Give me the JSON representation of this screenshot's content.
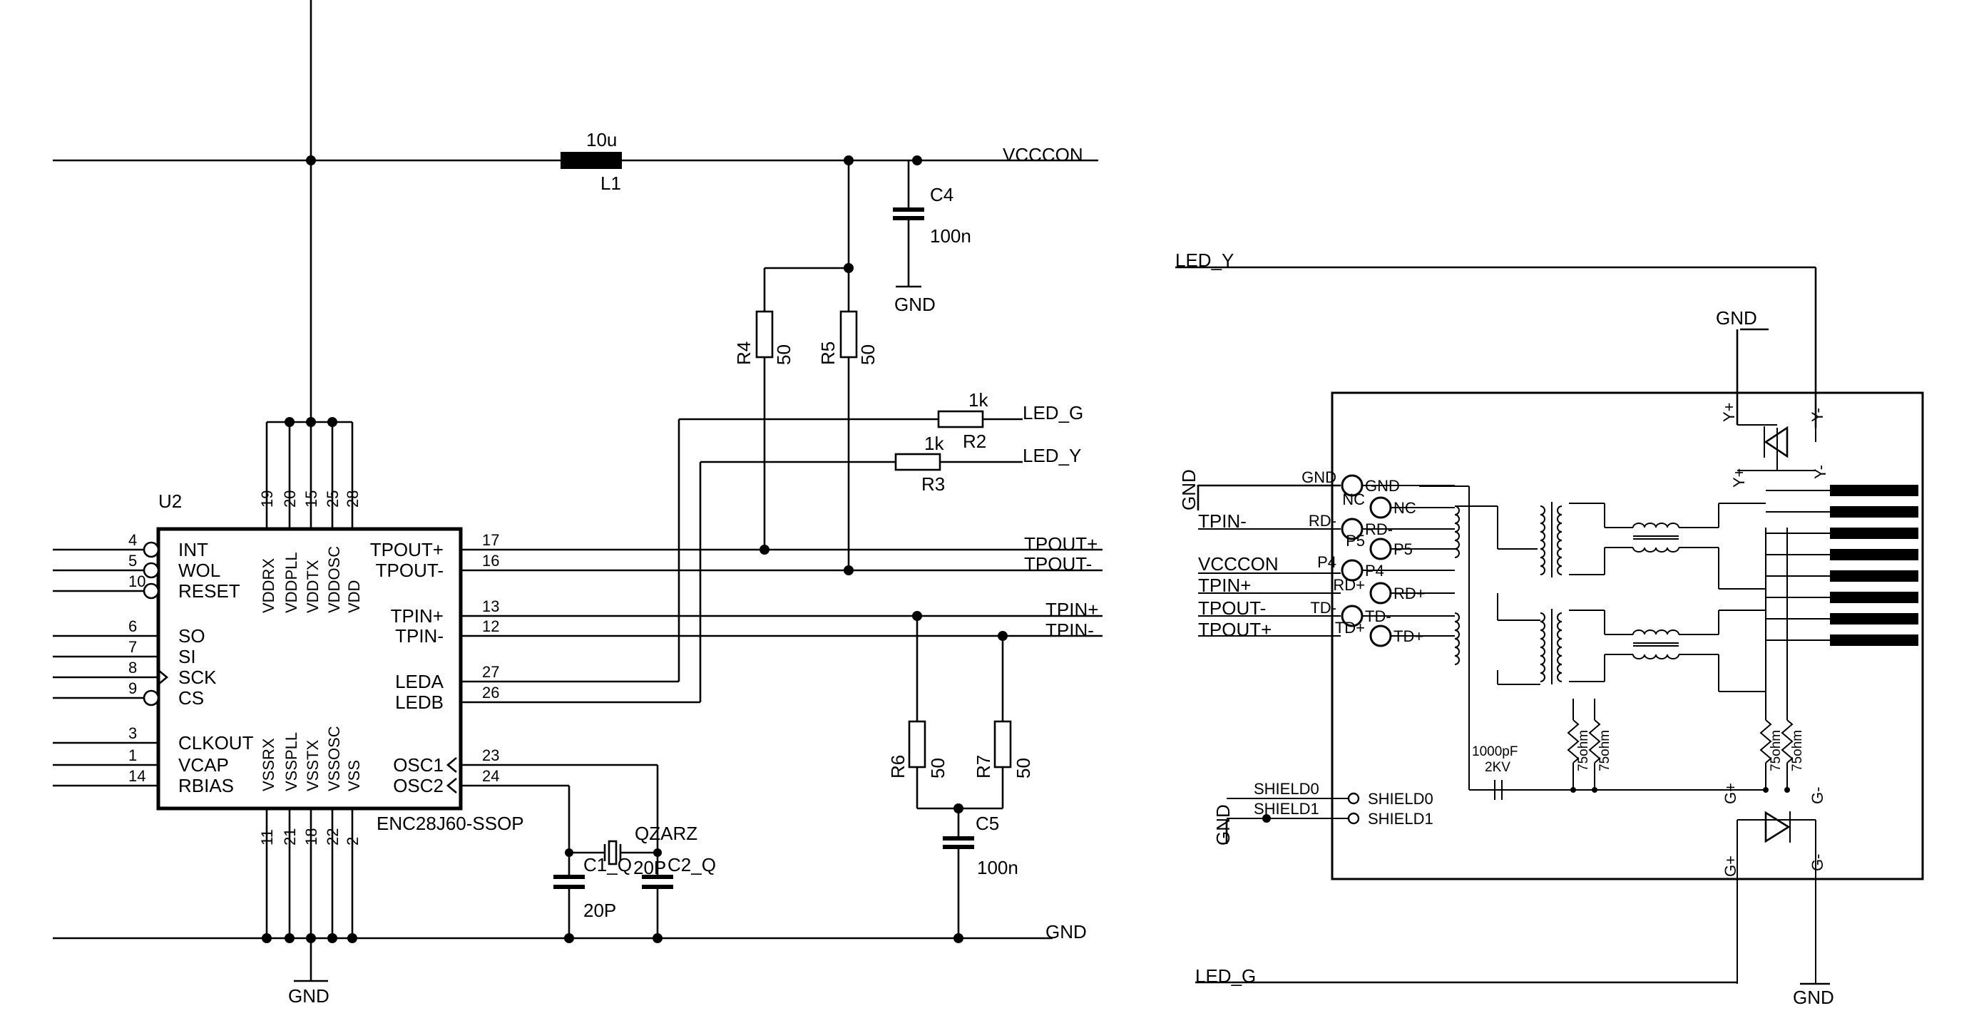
{
  "u2": {
    "ref": "U2",
    "part": "ENC28J60-SSOP",
    "left_pins": [
      {
        "num": "4",
        "name": "INT"
      },
      {
        "num": "5",
        "name": "WOL"
      },
      {
        "num": "10",
        "name": "RESET"
      },
      {
        "num": "6",
        "name": "SO"
      },
      {
        "num": "7",
        "name": "SI"
      },
      {
        "num": "8",
        "name": "SCK"
      },
      {
        "num": "9",
        "name": "CS"
      },
      {
        "num": "3",
        "name": "CLKOUT"
      },
      {
        "num": "1",
        "name": "VCAP"
      },
      {
        "num": "14",
        "name": "RBIAS"
      }
    ],
    "right_pins": [
      {
        "num": "17",
        "name": "TPOUT+"
      },
      {
        "num": "16",
        "name": "TPOUT-"
      },
      {
        "num": "13",
        "name": "TPIN+"
      },
      {
        "num": "12",
        "name": "TPIN-"
      },
      {
        "num": "27",
        "name": "LEDA"
      },
      {
        "num": "26",
        "name": "LEDB"
      },
      {
        "num": "23",
        "name": "OSC1"
      },
      {
        "num": "24",
        "name": "OSC2"
      }
    ],
    "top_pins": [
      {
        "num": "19",
        "name": "VDDRX"
      },
      {
        "num": "20",
        "name": "VDDPLL"
      },
      {
        "num": "15",
        "name": "VDDTX"
      },
      {
        "num": "25",
        "name": "VDDOSC"
      },
      {
        "num": "28",
        "name": "VDD"
      }
    ],
    "bottom_pins": [
      {
        "num": "11",
        "name": "VSSRX"
      },
      {
        "num": "21",
        "name": "VSSPLL"
      },
      {
        "num": "18",
        "name": "VSSTX"
      },
      {
        "num": "22",
        "name": "VSSOSC"
      },
      {
        "num": "2",
        "name": "VSS"
      }
    ]
  },
  "parts": {
    "l1": {
      "ref": "L1",
      "value": "10u"
    },
    "c4": {
      "ref": "C4",
      "value": "100n"
    },
    "r4": {
      "ref": "R4",
      "value": "50"
    },
    "r5": {
      "ref": "R5",
      "value": "50"
    },
    "r2": {
      "ref": "R2",
      "value": "1k"
    },
    "r3": {
      "ref": "R3",
      "value": "1k"
    },
    "r6": {
      "ref": "R6",
      "value": "50"
    },
    "r7": {
      "ref": "R7",
      "value": "50"
    },
    "c5": {
      "ref": "C5",
      "value": "100n"
    },
    "c1": {
      "ref": "C1_Q",
      "value": "20P"
    },
    "c2": {
      "ref": "C2_Q",
      "value": "20P"
    },
    "q": {
      "ref": "QZARZ"
    }
  },
  "nets": {
    "vcccon": "VCCCON",
    "gnd": "GND",
    "led_g": "LED_G",
    "led_y": "LED_Y",
    "tpout_p": "TPOUT+",
    "tpout_n": "TPOUT-",
    "tpin_p": "TPIN+",
    "tpin_n": "TPIN-"
  },
  "jack": {
    "left_nets": [
      "GND",
      "TPIN-",
      "VCCCON",
      "TPIN+",
      "TPOUT-",
      "TPOUT+"
    ],
    "outer_pin_labels": [
      "GND",
      "NC",
      "RD-",
      "P5",
      "P4",
      "RD+",
      "TD-",
      "TD+"
    ],
    "inner_pin_labels": [
      "GND",
      "NC",
      "RD-",
      "P5",
      "P4",
      "RD+",
      "TD-",
      "TD+"
    ],
    "shield_outer": [
      "SHIELD0",
      "SHIELD1"
    ],
    "shield_inner": [
      "SHIELD0",
      "SHIELD1"
    ],
    "cap_value": "1000pF",
    "cap_voltage": "2KV",
    "resistor_value": "75ohm",
    "led_y_pins": [
      "Y+",
      "Y-"
    ],
    "led_g_pins": [
      "G+",
      "G-"
    ]
  }
}
